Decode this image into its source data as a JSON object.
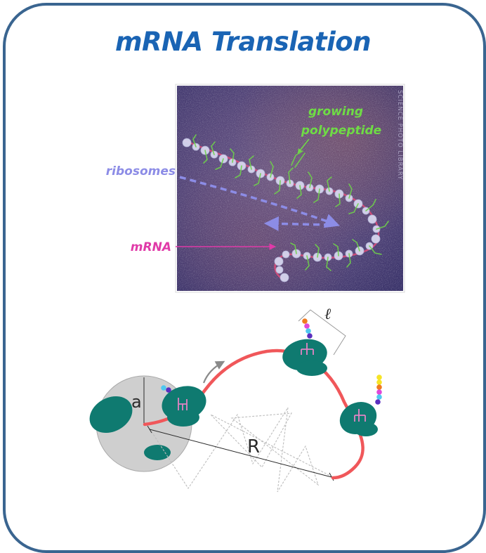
{
  "title": "mRNA Translation",
  "colors": {
    "title": "#1a64b4",
    "frame": "#3a6590",
    "ribosome": "#0f7a70",
    "mrna": "#f0575a",
    "label_polypeptide": "#6fdc45",
    "label_ribosomes": "#8c8ce6",
    "label_mrna": "#e03aa8",
    "nucleus": "#cfcfcf"
  },
  "micrograph": {
    "watermark": "SCIENCE PHOTO LIBRARY",
    "label_polypeptide_line1": "growing",
    "label_polypeptide_line2": "polypeptide",
    "label_ribosomes": "ribosomes",
    "label_mrna": "mRNA"
  },
  "schematic": {
    "label_a": "a",
    "label_R": "R",
    "label_l": "ℓ"
  }
}
